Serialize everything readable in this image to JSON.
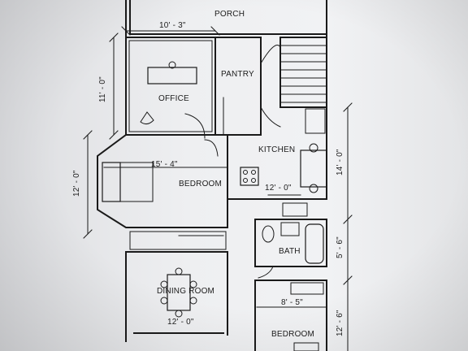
{
  "rooms": {
    "porch": "PORCH",
    "office": "OFFICE",
    "pantry": "PANTRY",
    "kitchen": "KITCHEN",
    "bedroom_main": "BEDROOM",
    "bath": "BATH",
    "dining_room": "DINING ROOM",
    "bedroom_lower": "BEDROOM"
  },
  "dimensions": {
    "office_width": "10' - 3\"",
    "office_depth": "11' - 0\"",
    "bedroom_width": "15' - 4\"",
    "bedroom_depth": "12' - 0\"",
    "kitchen_width": "12' - 0\"",
    "kitchen_depth": "14' - 0\"",
    "bath_depth": "5' - 6\"",
    "bedroom_lower_width": "8' - 5\"",
    "bedroom_lower_depth": "12' - 6\"",
    "dining_width": "12' - 0\""
  },
  "colors": {
    "line": "#1a1a1a",
    "background": "#eeeff1"
  }
}
